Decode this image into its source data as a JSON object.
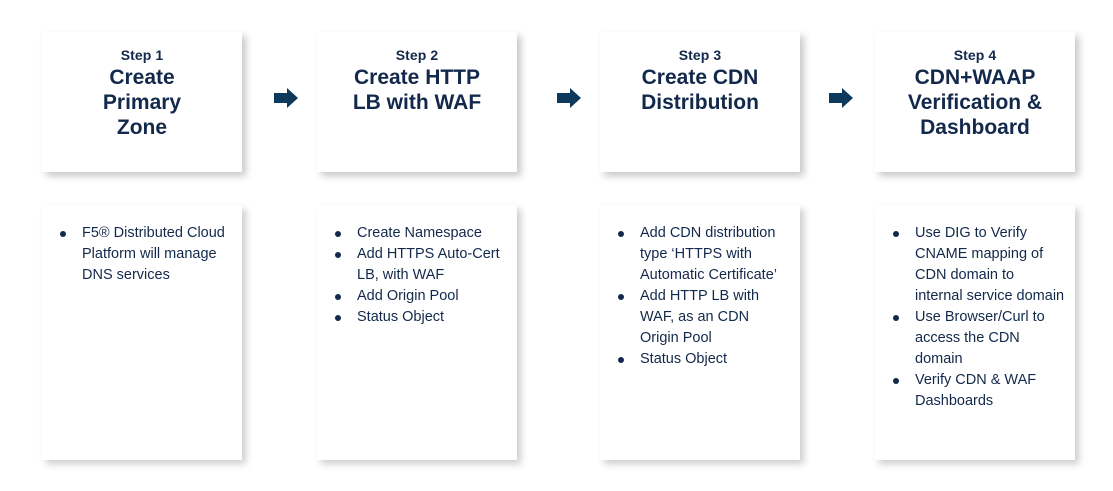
{
  "theme": {
    "text_color": "#13294B",
    "arrow_color": "#0D3A5C",
    "card_background": "#FFFFFF",
    "page_background": "#FFFFFF"
  },
  "diagram": {
    "type": "process-flow",
    "orientation": "horizontal",
    "step_count": 4,
    "connector_icon": "right-arrow-icon"
  },
  "steps": [
    {
      "label": "Step 1",
      "title": "Create Primary Zone",
      "title_lines": [
        "Create",
        "Primary",
        "Zone"
      ],
      "bullets": [
        "F5® Distributed Cloud Platform will manage DNS services"
      ]
    },
    {
      "label": "Step 2",
      "title": "Create HTTP LB with WAF",
      "title_lines": [
        "Create HTTP",
        "LB with WAF"
      ],
      "bullets": [
        "Create Namespace",
        "Add HTTPS Auto-Cert LB, with WAF",
        "Add Origin Pool",
        "Status Object"
      ]
    },
    {
      "label": "Step 3",
      "title": "Create CDN Distribution",
      "title_lines": [
        "Create CDN",
        "Distribution"
      ],
      "bullets": [
        "Add CDN distribution type ‘HTTPS with Automatic Certificate’",
        "Add HTTP LB with WAF, as an CDN Origin Pool",
        "Status Object"
      ]
    },
    {
      "label": "Step 4",
      "title": "CDN+WAAP Verification & Dashboard",
      "title_lines": [
        "CDN+WAAP",
        "Verification &",
        "Dashboard"
      ],
      "bullets": [
        "Use DIG to Verify CNAME mapping of CDN domain to internal service domain",
        "Use Browser/Curl to access the CDN domain",
        "Verify CDN & WAF Dashboards"
      ]
    }
  ]
}
